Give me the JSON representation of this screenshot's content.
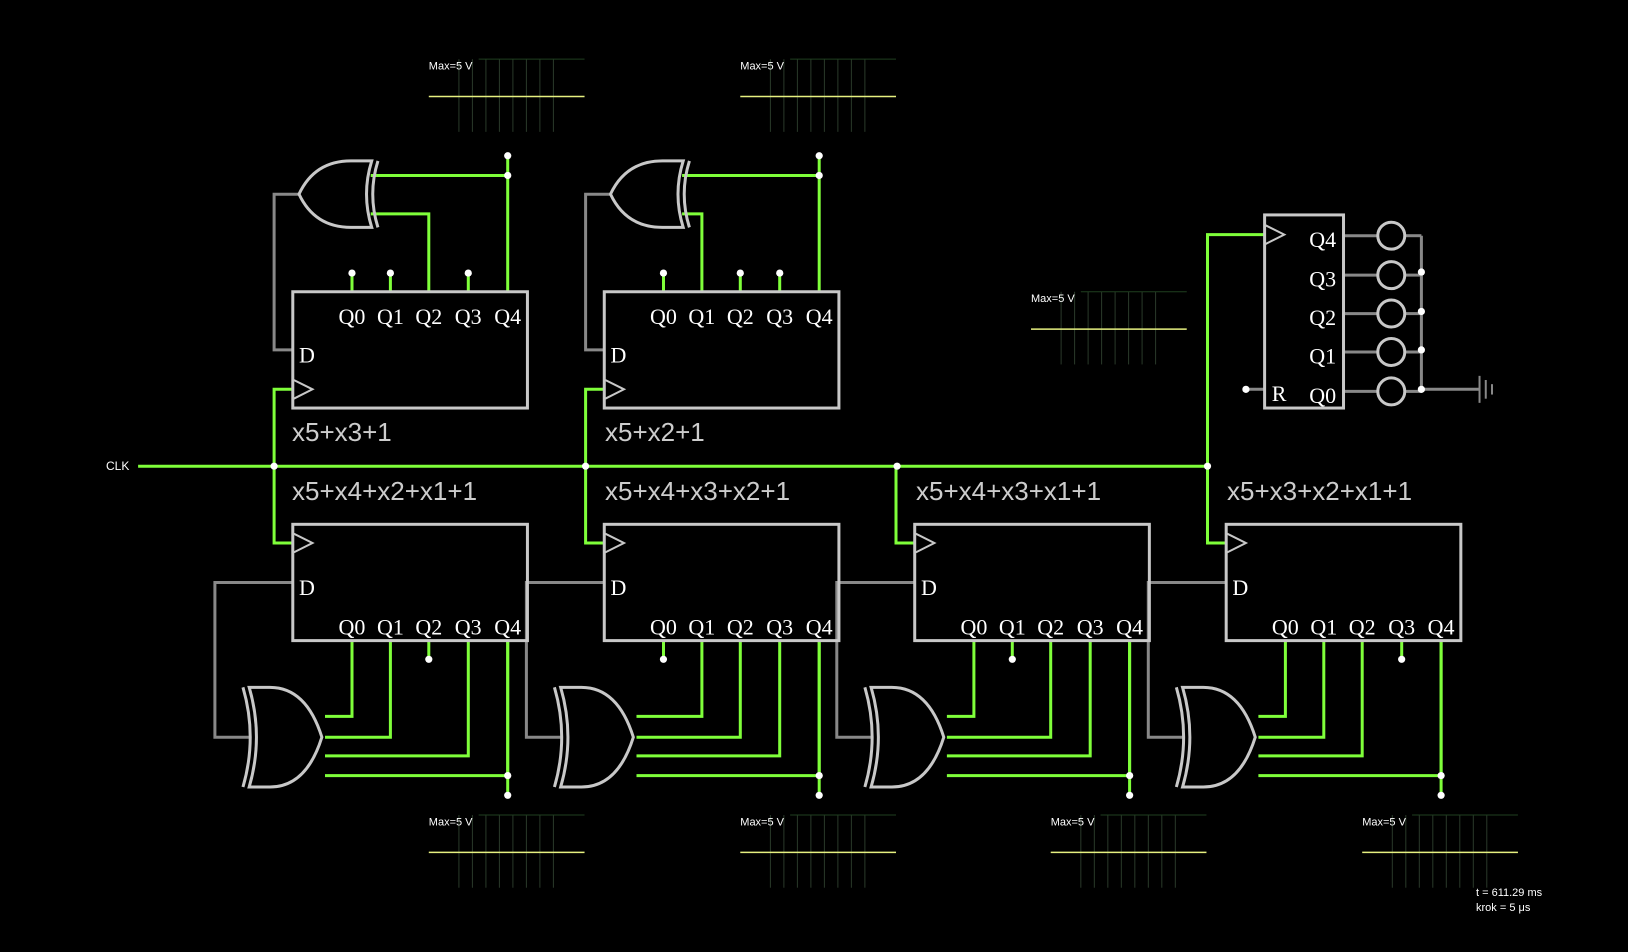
{
  "colors": {
    "background": "#000000",
    "wire_active": "#7fff3a",
    "wire_inactive": "#888888",
    "component": "#c8c8c8",
    "trace": "#e6f080"
  },
  "clock": {
    "label": "CLK"
  },
  "scope_label": "Max=5 V",
  "pins": {
    "d": "D",
    "r": "R",
    "q": [
      "Q0",
      "Q1",
      "Q2",
      "Q3",
      "Q4"
    ]
  },
  "registers": [
    {
      "polynomial": "x5+x3+1"
    },
    {
      "polynomial": "x5+x2+1"
    },
    {
      "polynomial": "x5+x4+x2+x1+1"
    },
    {
      "polynomial": "x5+x4+x3+x2+1"
    },
    {
      "polynomial": "x5+x4+x3+x1+1"
    },
    {
      "polynomial": "x5+x3+x2+x1+1"
    }
  ],
  "status": {
    "time": "t = 611.29 ms",
    "step": "krok = 5 μs"
  }
}
